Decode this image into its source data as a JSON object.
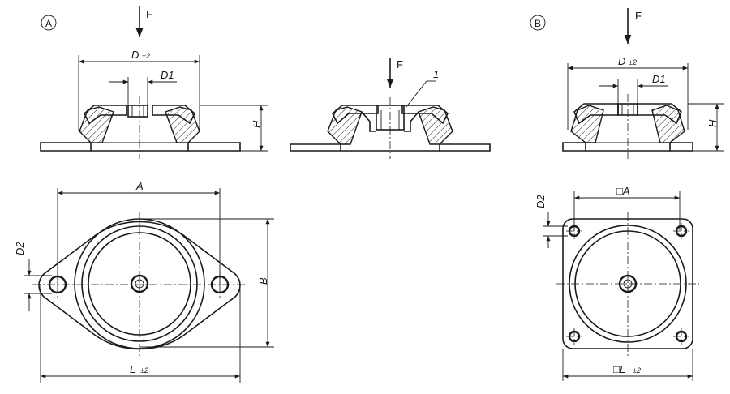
{
  "variants": {
    "a": {
      "marker": "A"
    },
    "b": {
      "marker": "B"
    }
  },
  "labels": {
    "force": "F",
    "d": "D",
    "d_tol": "±2",
    "d1": "D1",
    "h": "H",
    "callout": "1",
    "a": "A",
    "sq_a": "□A",
    "b": "B",
    "d2": "D2",
    "l": "L",
    "l_tol": "±2",
    "sq_l": "□L"
  }
}
